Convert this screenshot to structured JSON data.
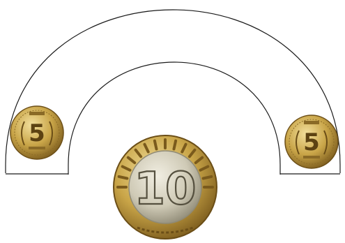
{
  "diagram": {
    "colors": {
      "background": "#ffffff",
      "arc_stroke": "#1a1a1a",
      "coin_gold": "#c9a548",
      "coin_gold_light": "#ead48a",
      "coin_gold_dark": "#7a5a1c",
      "coin_silver": "#cfcab6",
      "coin_silver_dark": "#8f8a76"
    },
    "coins": {
      "left": {
        "denomination": "5",
        "icon": "five-rupee-coin-icon"
      },
      "right": {
        "denomination": "5",
        "icon": "five-rupee-coin-icon"
      },
      "center": {
        "denomination": "10",
        "icon": "ten-rupee-coin-icon"
      }
    }
  }
}
